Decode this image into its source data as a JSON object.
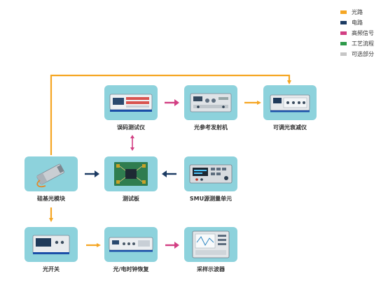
{
  "legend": [
    {
      "label": "光路",
      "color": "#f5a623"
    },
    {
      "label": "电路",
      "color": "#1c3b63"
    },
    {
      "label": "高频信号",
      "color": "#d23f83"
    },
    {
      "label": "工艺流程",
      "color": "#2e9a4a"
    },
    {
      "label": "可选部分",
      "color": "#c6c6c6"
    }
  ],
  "nodes": {
    "ber_tester": {
      "label": "误码测试仪",
      "icon": "ber-tester-icon"
    },
    "optical_ref_tx": {
      "label": "光参考发射机",
      "icon": "optical-transmitter-icon"
    },
    "vattenuator": {
      "label": "可调光衰减仪",
      "icon": "optical-attenuator-icon"
    },
    "si_module": {
      "label": "硅基光模块",
      "icon": "optical-module-icon"
    },
    "test_board": {
      "label": "测试板",
      "icon": "test-board-icon"
    },
    "smu": {
      "label": "SMU源测量单元",
      "icon": "smu-icon"
    },
    "opt_switch": {
      "label": "光开关",
      "icon": "optical-switch-icon"
    },
    "clock_recovery": {
      "label": "光/电时钟恢复",
      "icon": "clock-recovery-icon"
    },
    "sampling_scope": {
      "label": "采样示波器",
      "icon": "sampling-oscilloscope-icon"
    }
  },
  "colors": {
    "tile": "#8dd2dc",
    "optical": "#f5a623",
    "electrical": "#1c3b63",
    "high_freq": "#d23f83"
  }
}
